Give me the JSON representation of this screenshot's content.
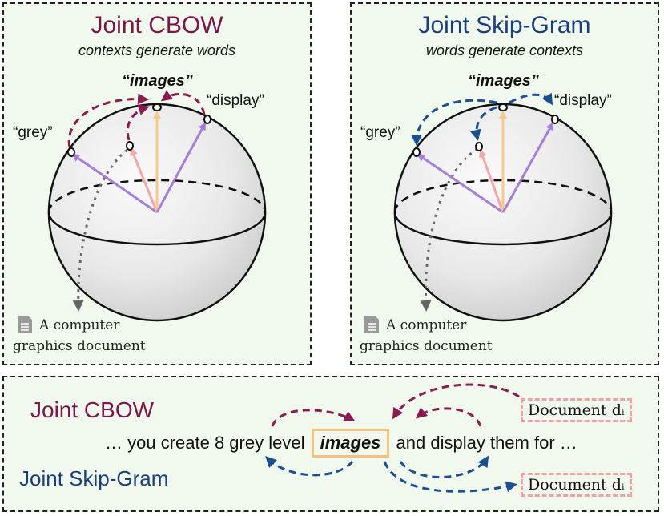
{
  "left_panel": {
    "title": "Joint CBOW",
    "subtitle": "contexts generate words",
    "word_center": "“images”",
    "word_left": "“grey”",
    "word_right": "“display”",
    "doc_line1": "A computer",
    "doc_line2": "graphics document"
  },
  "right_panel": {
    "title": "Joint Skip-Gram",
    "subtitle": "words generate contexts",
    "word_center": "“images”",
    "word_left": "“grey”",
    "word_right": "“display”",
    "doc_line1": "A computer",
    "doc_line2": "graphics document"
  },
  "bottom_panel": {
    "cbow_label": "Joint CBOW",
    "skipgram_label": "Joint Skip-Gram",
    "sentence_before": "… you create 8 grey level",
    "sentence_target": "images",
    "sentence_after": "and display them for …",
    "document_top": "Document dᵢ",
    "document_bottom": "Document dᵢ"
  },
  "colors": {
    "cbow": "#7a1648",
    "skipgram": "#1a3e7a",
    "panel_bg": "#f1f8ee",
    "vector_purple": "#a77ed6",
    "vector_pink": "#f2a8a8",
    "vector_orange": "#f7c98a",
    "arrow_cbow": "#8a1d4f",
    "arrow_skip": "#1b4f8f"
  }
}
